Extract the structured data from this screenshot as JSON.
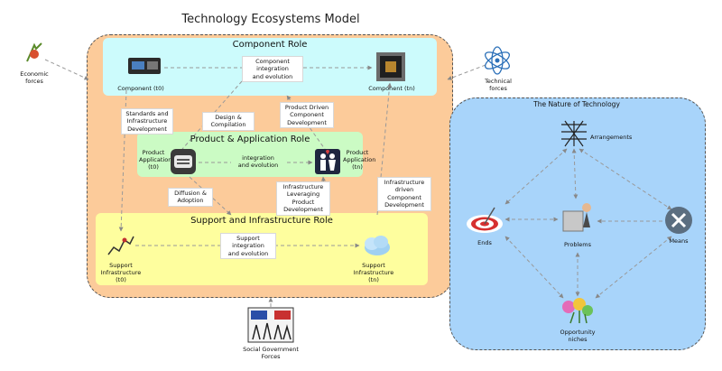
{
  "title": "Technology Ecosystems Model",
  "roles": {
    "component": "Component Role",
    "product": "Product & Application Role",
    "support": "Support and Infrastructure Role"
  },
  "nodes": {
    "component_t0": "Component (t0)",
    "component_tn": "Component (tn)",
    "product_t0": [
      "Product",
      "Application",
      "(t0)"
    ],
    "product_tn": [
      "Product",
      "Application",
      "(tn)"
    ],
    "support_t0": [
      "Support",
      "Infrastructure",
      "(t0)"
    ],
    "support_tn": [
      "Support",
      "Infrastructure",
      "(tn)"
    ]
  },
  "edge_labels": {
    "component_integration": [
      "Component",
      "integration",
      "and evolution"
    ],
    "standards": [
      "Standards and",
      "Infrastructure",
      "Development"
    ],
    "design": [
      "Design &",
      "Compilation"
    ],
    "product_driven": [
      "Product Driven",
      "Component",
      "Development"
    ],
    "product_integration": [
      "integration",
      "and evolution"
    ],
    "diffusion": [
      "Diffusion &",
      "Adoption"
    ],
    "infra_leveraging": [
      "Infrastructure",
      "Leveraging",
      "Product",
      "Development"
    ],
    "infra_driven": [
      "Infrastructure",
      "driven",
      "Component",
      "Development"
    ],
    "support_integration": [
      "Support",
      "integration",
      "and evolution"
    ]
  },
  "forces": {
    "economic": [
      "Economic",
      "forces"
    ],
    "technical": [
      "Technical",
      "forces"
    ],
    "social": [
      "Social Government",
      "Forces"
    ]
  },
  "nature": {
    "title": "The Nature of Technology",
    "arrangements": "Arrangements",
    "ends": "Ends",
    "problems": "Problems",
    "means": "Means",
    "opportunity": [
      "Opportunity",
      "niches"
    ]
  },
  "colors": {
    "outer": "#fccb9a",
    "component_role": "#ccfbfc",
    "product_role": "#cbfbc4",
    "support_role": "#fefe9e",
    "nature": "#a8d4fa"
  }
}
